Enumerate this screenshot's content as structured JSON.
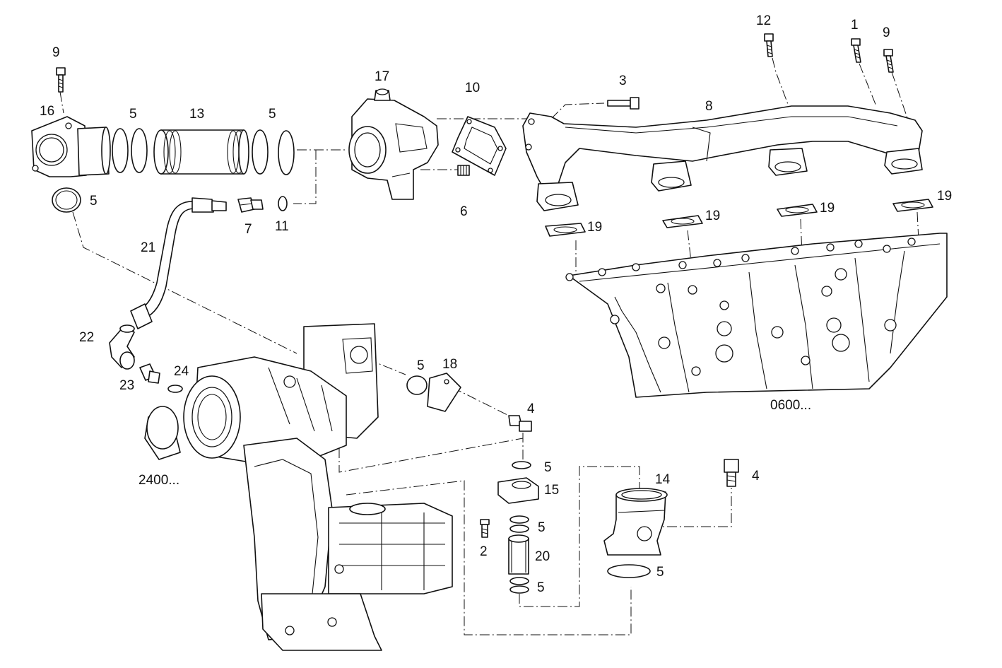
{
  "diagram": {
    "callouts": [
      {
        "id": "c9a",
        "text": "9"
      },
      {
        "id": "c16",
        "text": "16"
      },
      {
        "id": "c5a",
        "text": "5"
      },
      {
        "id": "c13",
        "text": "13"
      },
      {
        "id": "c5b",
        "text": "5"
      },
      {
        "id": "c5c",
        "text": "5"
      },
      {
        "id": "c17",
        "text": "17"
      },
      {
        "id": "c10",
        "text": "10"
      },
      {
        "id": "c3",
        "text": "3"
      },
      {
        "id": "c8",
        "text": "8"
      },
      {
        "id": "c12",
        "text": "12"
      },
      {
        "id": "c1",
        "text": "1"
      },
      {
        "id": "c9b",
        "text": "9"
      },
      {
        "id": "c6",
        "text": "6"
      },
      {
        "id": "c7",
        "text": "7"
      },
      {
        "id": "c11",
        "text": "11"
      },
      {
        "id": "c21",
        "text": "21"
      },
      {
        "id": "c22",
        "text": "22"
      },
      {
        "id": "c23",
        "text": "23"
      },
      {
        "id": "c24",
        "text": "24"
      },
      {
        "id": "c19a",
        "text": "19"
      },
      {
        "id": "c19b",
        "text": "19"
      },
      {
        "id": "c19c",
        "text": "19"
      },
      {
        "id": "c19d",
        "text": "19"
      },
      {
        "id": "c5d",
        "text": "5"
      },
      {
        "id": "c18",
        "text": "18"
      },
      {
        "id": "c4a",
        "text": "4"
      },
      {
        "id": "c5e",
        "text": "5"
      },
      {
        "id": "c15",
        "text": "15"
      },
      {
        "id": "c14",
        "text": "14"
      },
      {
        "id": "c4b",
        "text": "4"
      },
      {
        "id": "c2",
        "text": "2"
      },
      {
        "id": "c5f",
        "text": "5"
      },
      {
        "id": "c20",
        "text": "20"
      },
      {
        "id": "c5g",
        "text": "5"
      },
      {
        "id": "c5h",
        "text": "5"
      }
    ],
    "references": {
      "head": "0600...",
      "turbo": "2400..."
    }
  }
}
